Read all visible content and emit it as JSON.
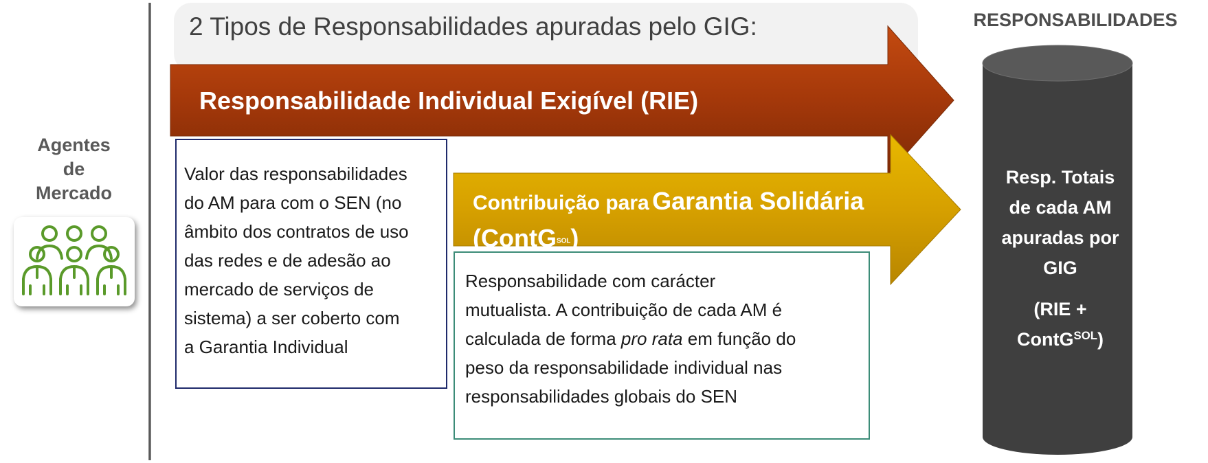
{
  "actor": {
    "label_lines": [
      "Agentes",
      "de",
      "Mercado"
    ],
    "icon": "people-group-icon",
    "icon_color": "#5a9a2a"
  },
  "header": {
    "text": "2 Tipos de Responsabilidades apuradas pelo GIG:"
  },
  "rie": {
    "title": "Responsabilidade Individual Exigível (RIE)",
    "color": "#a83a08",
    "description_lines": [
      "Valor das responsabilidades",
      "do AM para com o SEN (no",
      "âmbito dos contratos de uso",
      "das redes e de adesão ao",
      "mercado de serviços de",
      "sistema) a ser coberto com",
      "a Garantia Individual"
    ]
  },
  "contg": {
    "title_part1": "Contribuição para",
    "title_part2": "Garantia Solidária",
    "title_part3": "(ContG",
    "title_sup": "SOL",
    "title_part4": ")",
    "color": "#d9a400",
    "description": {
      "line1": "Responsabilidade com carácter",
      "line2": "mutualista. A contribuição de cada AM é",
      "line3_a": "calculada de forma ",
      "line3_italic": "pro rata",
      "line3_b": " em função do",
      "line4": "peso da responsabilidade individual nas",
      "line5": "responsabilidades globais do SEN"
    }
  },
  "responsabilidades": {
    "heading": "RESPONSABILIDADES",
    "cylinder_color": "#404040",
    "total_lines": [
      "Resp. Totais",
      "de cada AM",
      "apuradas por",
      "GIG"
    ],
    "formula_line1": "(RIE +",
    "formula_line2_a": "ContG",
    "formula_sup": "SOL",
    "formula_line2_b": ")"
  }
}
